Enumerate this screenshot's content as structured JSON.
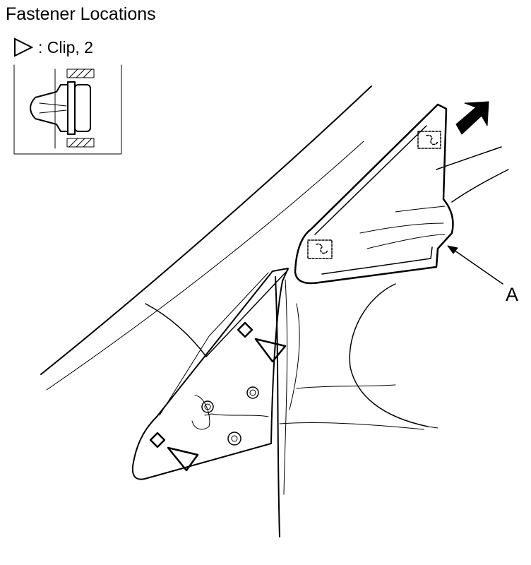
{
  "title": "Fastener Locations",
  "legend": {
    "symbol": "triangle-clip-symbol",
    "text": ": Clip, 2"
  },
  "callouts": {
    "part_a": "A"
  },
  "colors": {
    "line": "#000000",
    "background": "#ffffff"
  }
}
